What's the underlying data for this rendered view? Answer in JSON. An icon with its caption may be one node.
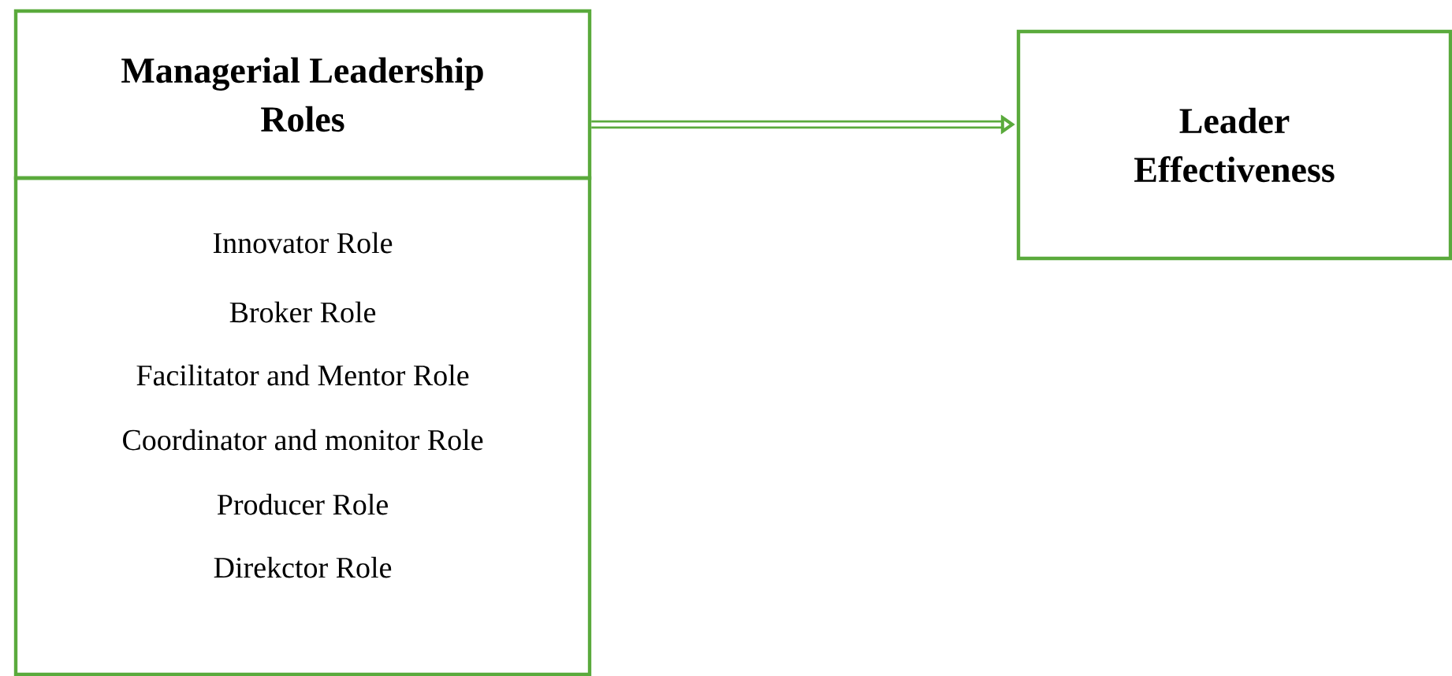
{
  "diagram": {
    "nodes": [
      {
        "text": [
          "Managerial Leadership Roles"
        ]
      },
      {
        "text": [
          "Innovator Role",
          "Broker Role",
          "Facilitator and Mentor Role",
          "Coordinator and monitor Role",
          "Producer Role",
          "Direkctor Role"
        ]
      },
      {
        "text": [
          "Leader Effectiveness"
        ]
      }
    ],
    "edges": [
      {
        "from": 0,
        "to": 2,
        "arrow": "to"
      }
    ]
  }
}
